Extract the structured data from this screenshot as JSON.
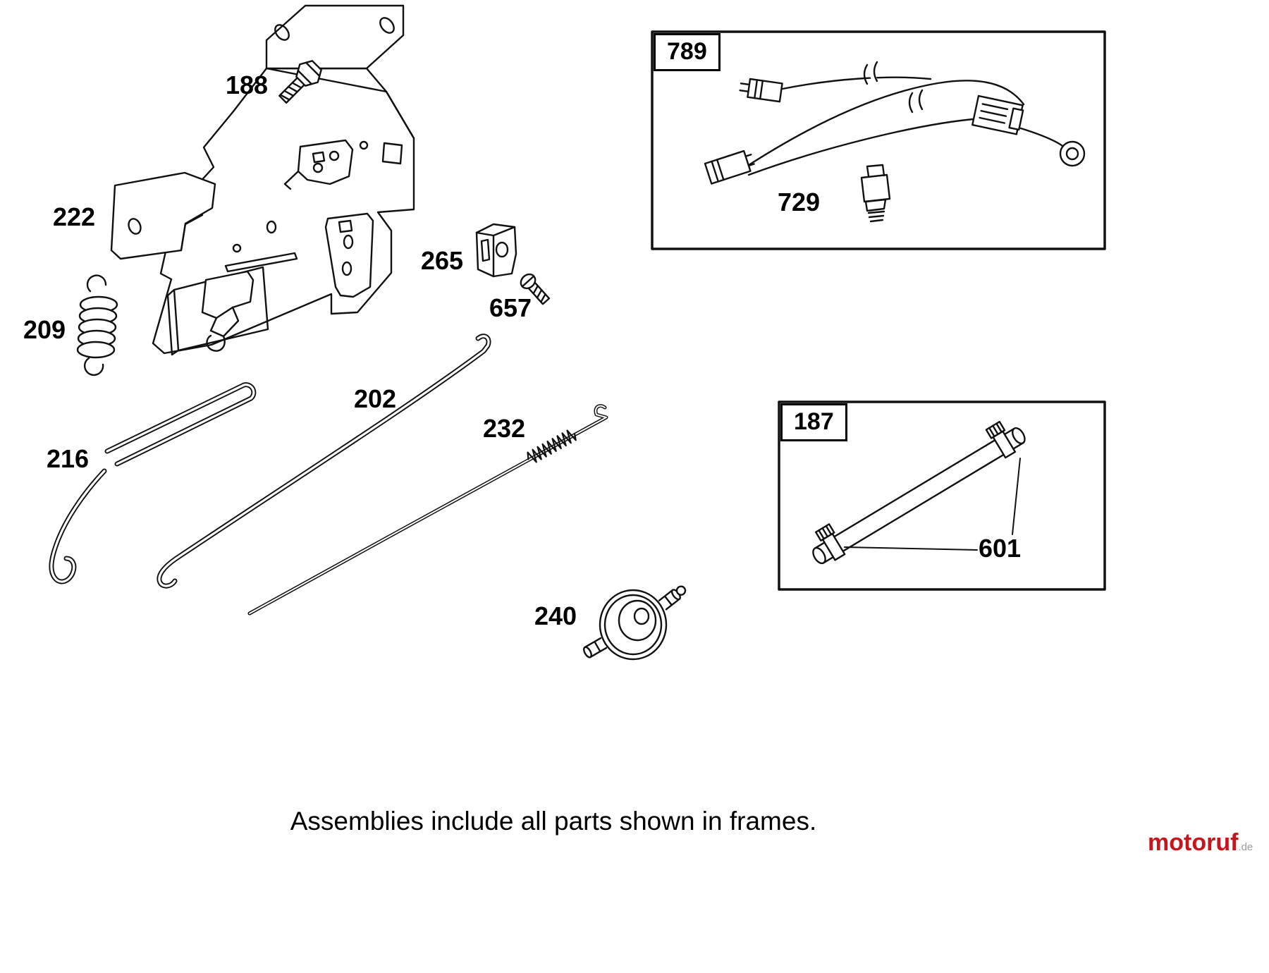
{
  "diagram": {
    "caption": "Assemblies include all parts shown in frames.",
    "labels": {
      "188": "188",
      "222": "222",
      "209": "209",
      "265": "265",
      "657": "657",
      "202": "202",
      "232": "232",
      "216": "216",
      "240": "240",
      "729": "729",
      "601": "601"
    },
    "frames": {
      "789": "789",
      "187": "187"
    }
  },
  "watermark": {
    "brand": "motoruf",
    "suffix": ".de"
  },
  "colors": {
    "line": "#111111",
    "brand_red": "#c4161c",
    "suffix_gray": "#9a9a9a"
  }
}
